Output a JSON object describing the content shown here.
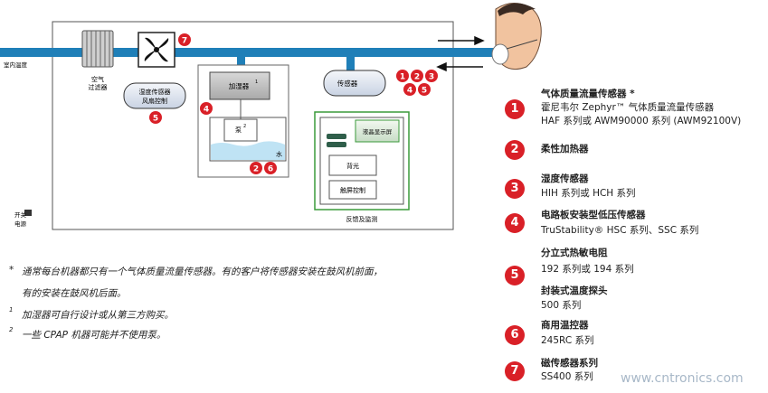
{
  "diagram": {
    "labels": {
      "indoor_temp": "室内温度",
      "air_filter_1": "空气",
      "air_filter_2": "过滤器",
      "humidity_sensor_1": "湿度传感器",
      "humidity_sensor_2": "风扇控制",
      "humidifier": "加湿器",
      "humidifier_sup": "1",
      "pump": "泵",
      "pump_sup": "2",
      "water": "水",
      "sensor": "传感器",
      "lcd": "液晶显示屏",
      "backlight": "背光",
      "touch_control": "触屏控制",
      "feedback": "反馈及监测",
      "switch": "开关",
      "power": "电源"
    },
    "badges": {
      "fan": "7",
      "humidity": "5",
      "humidifier": "4",
      "sensor": [
        "1",
        "2",
        "3",
        "4",
        "5"
      ],
      "water": [
        "2",
        "6"
      ]
    },
    "colors": {
      "pipe": "#1f7fb8",
      "badge": "#d92027",
      "box_fill": "#e9edf3",
      "green_border": "#3a9a3a",
      "water": "#bfe3f4"
    }
  },
  "legend": [
    {
      "num": "1",
      "title": "气体质量流量传感器 *",
      "lines": [
        "霍尼韦尔 Zephyr™ 气体质量流量传感器",
        "HAF 系列或 AWM90000 系列 (AWM92100V)"
      ]
    },
    {
      "num": "2",
      "title": "柔性加热器",
      "lines": []
    },
    {
      "num": "3",
      "title": "湿度传感器",
      "lines": [
        "HIH 系列或 HCH 系列"
      ]
    },
    {
      "num": "4",
      "title": "电路板安装型低压传感器",
      "lines": [
        "TruStability® HSC 系列、SSC 系列"
      ]
    },
    {
      "num": "5",
      "title": "分立式热敏电阻",
      "lines": [
        "192 系列或 194 系列",
        "封装式温度探头",
        "500 系列"
      ]
    },
    {
      "num": "6",
      "title": "商用温控器",
      "lines": [
        "245RC 系列"
      ]
    },
    {
      "num": "7",
      "title": "磁传感器系列",
      "lines": [
        "SS400 系列"
      ]
    }
  ],
  "notes": [
    {
      "mark": "*",
      "lines": [
        "通常每台机器都只有一个气体质量流量传感器。有的客户将传感器安装在鼓风机前面，",
        "有的安装在鼓风机后面。"
      ]
    },
    {
      "mark": "1",
      "lines": [
        "加湿器可自行设计或从第三方购买。"
      ]
    },
    {
      "mark": "2",
      "lines": [
        "一些 CPAP 机器可能并不使用泵。"
      ]
    }
  ],
  "watermark": "www.cntronics.com"
}
